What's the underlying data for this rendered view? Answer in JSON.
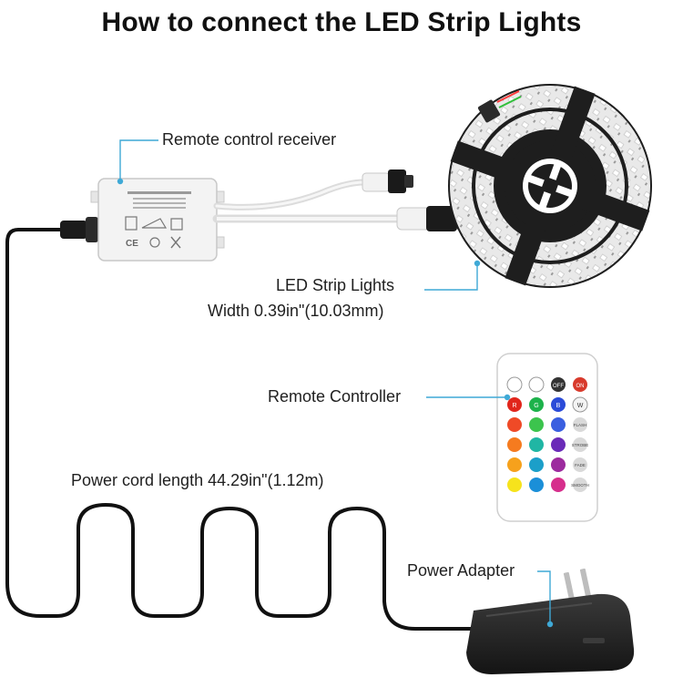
{
  "title": "How to connect the LED Strip Lights",
  "labels": {
    "receiver": "Remote control receiver",
    "strip_name": "LED Strip Lights",
    "strip_width": "Width 0.39in\"(10.03mm)",
    "remote": "Remote Controller",
    "cord": "Power cord length 44.29in\"(1.12m)",
    "adapter": "Power Adapter"
  },
  "remote_buttons": {
    "top_row": [
      "",
      "",
      "OFF",
      "ON"
    ],
    "side_labels": [
      "W",
      "FLASH",
      "STROBE",
      "FADE",
      "SMOOTH"
    ],
    "color_letters": [
      "R",
      "G",
      "B"
    ]
  },
  "colors": {
    "leader": "#3fa9d6",
    "cable": "#111111",
    "strip_reel": "#1e1e1e",
    "adapter": "#2b2b2b"
  }
}
